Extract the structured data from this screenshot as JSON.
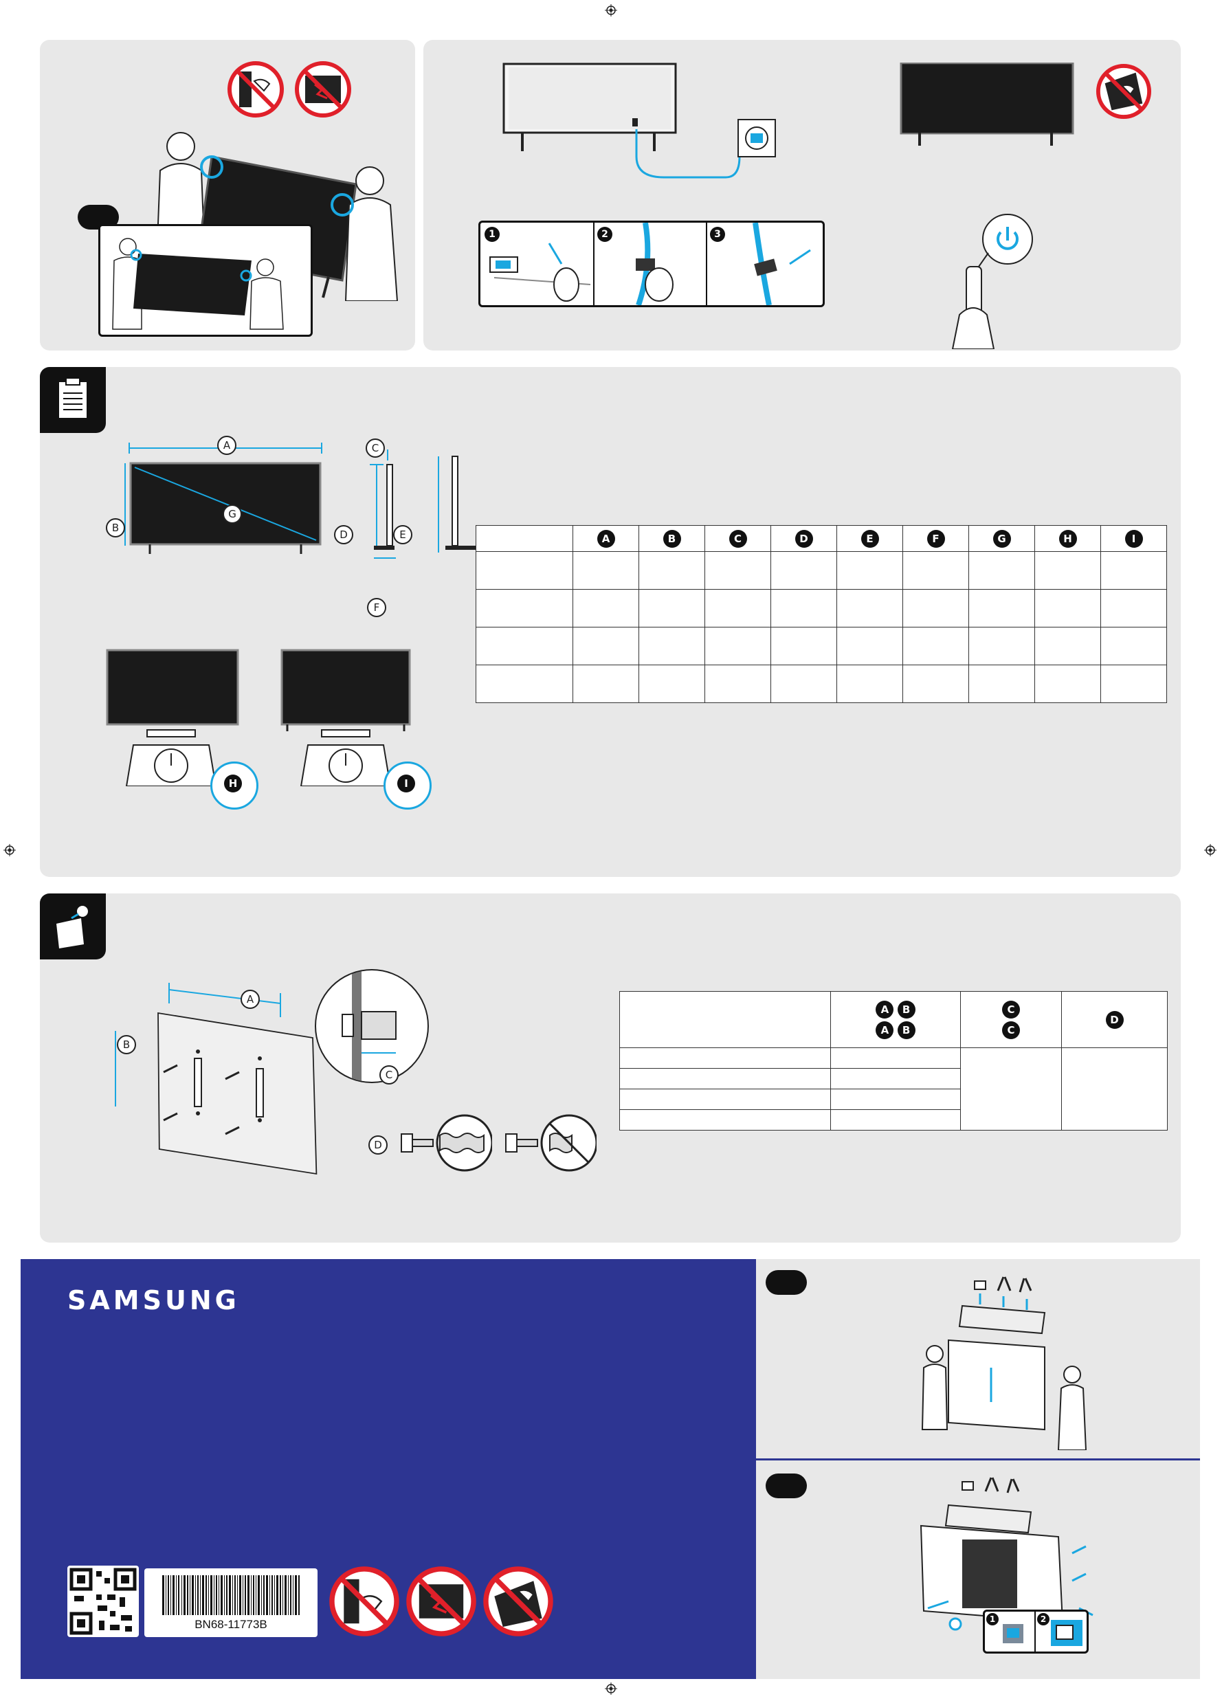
{
  "labels": {
    "A": "A",
    "B": "B",
    "C": "C",
    "D": "D",
    "E": "E",
    "F": "F",
    "G": "G",
    "H": "H",
    "I": "I"
  },
  "spec_table": {
    "headers": [
      "A",
      "B",
      "C",
      "D",
      "E",
      "F",
      "G",
      "H",
      "I"
    ],
    "rows": 4
  },
  "wall_table": {
    "header_ab_1": [
      "A",
      "B"
    ],
    "header_ab_2": [
      "A",
      "B"
    ],
    "header_c_1": "C",
    "header_c_2": "C",
    "header_d": "D",
    "rows": 4
  },
  "steps": [
    "1",
    "2",
    "3"
  ],
  "brand": "SAMSUNG",
  "part_number": "BN68-11773B",
  "icons": {
    "clipboard": "clipboard-icon",
    "wall_mount": "wall-mount-icon",
    "power": "power-icon",
    "no_touch_screen": "no-touch-screen-icon",
    "no_damage": "no-damage-icon"
  },
  "colors": {
    "accent_blue": "#1aa7e0",
    "prohibit_red": "#e0202a",
    "brand_band": "#2d3592",
    "panel_gray": "#e8e8e8"
  }
}
